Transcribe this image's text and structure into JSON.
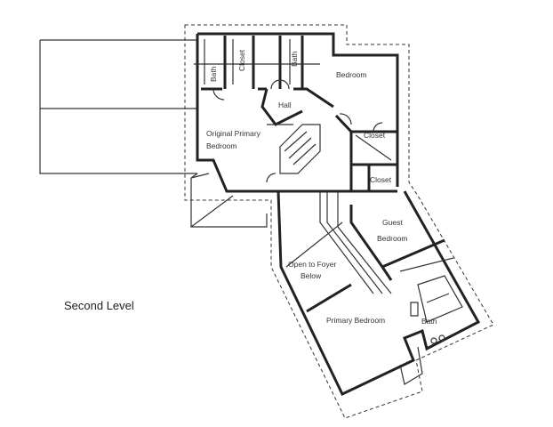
{
  "title": "Second Level",
  "rooms": {
    "bath_left": "Bath",
    "closet_top": "Closet",
    "bath_right": "Bath",
    "bedroom": "Bedroom",
    "hall": "Hall",
    "original_primary_1": "Original Primary",
    "original_primary_2": "Bedroom",
    "closet_right": "Closet",
    "closet_lower": "Closet",
    "guest_1": "Guest",
    "guest_2": "Bedroom",
    "open_foyer_1": "Open to Foyer",
    "open_foyer_2": "Below",
    "primary_bedroom": "Primary Bedroom",
    "bath_primary": "Bath"
  }
}
